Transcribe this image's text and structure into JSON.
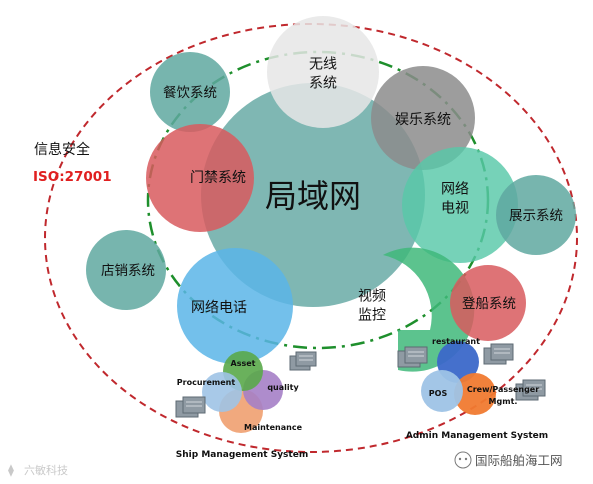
{
  "diagram": {
    "center_label": "局域网",
    "info_security": {
      "title": "信息安全",
      "standard": "ISO:27001"
    },
    "subsystems": {
      "wireless": "无线\n系统",
      "catering": "餐饮系统",
      "entertainment": "娱乐系统",
      "access_control": "门禁系统",
      "network_tv": "网络\n电视",
      "display": "展示系统",
      "retail": "店销系统",
      "network_phone": "网络电话",
      "video_monitor": "视频\n监控",
      "boarding": "登船系统"
    },
    "ship_mgmt": {
      "title": "Ship Management System",
      "nodes": {
        "asset": "Asset",
        "procurement": "Procurement",
        "quality": "quality",
        "maintenance": "Maintenance"
      }
    },
    "admin_mgmt": {
      "title": "Admin Management System",
      "nodes": {
        "restaurant": "restaurant",
        "pos": "POS",
        "crew": "Crew/Passenger\nMgmt."
      }
    },
    "watermarks": {
      "left": "六敏科技",
      "right": "国际船舶海工网"
    }
  },
  "colors": {
    "outer_ring": "#c0282d",
    "inner_ring": "#1e8f2c",
    "center": "#4d9b95",
    "wireless": "#e6e6e6",
    "catering": "#5fa8a0",
    "entertainment": "#8c8c8c",
    "access_control": "#d85a5e",
    "network_tv": "#58c8a8",
    "display": "#5fa8a0",
    "retail": "#5fa8a0",
    "network_phone": "#5bb5e8",
    "video_monitor": "#3fb87a",
    "boarding": "#d85a5e",
    "ship_green": "#5aa84a",
    "ship_blue": "#9ec3e6",
    "ship_purple": "#a57fc6",
    "ship_orange": "#f0a070",
    "admin_blue": "#3b68c9",
    "admin_orange": "#f07a30",
    "admin_lightblue": "#9ec3e6",
    "iso_red": "#e02020"
  }
}
